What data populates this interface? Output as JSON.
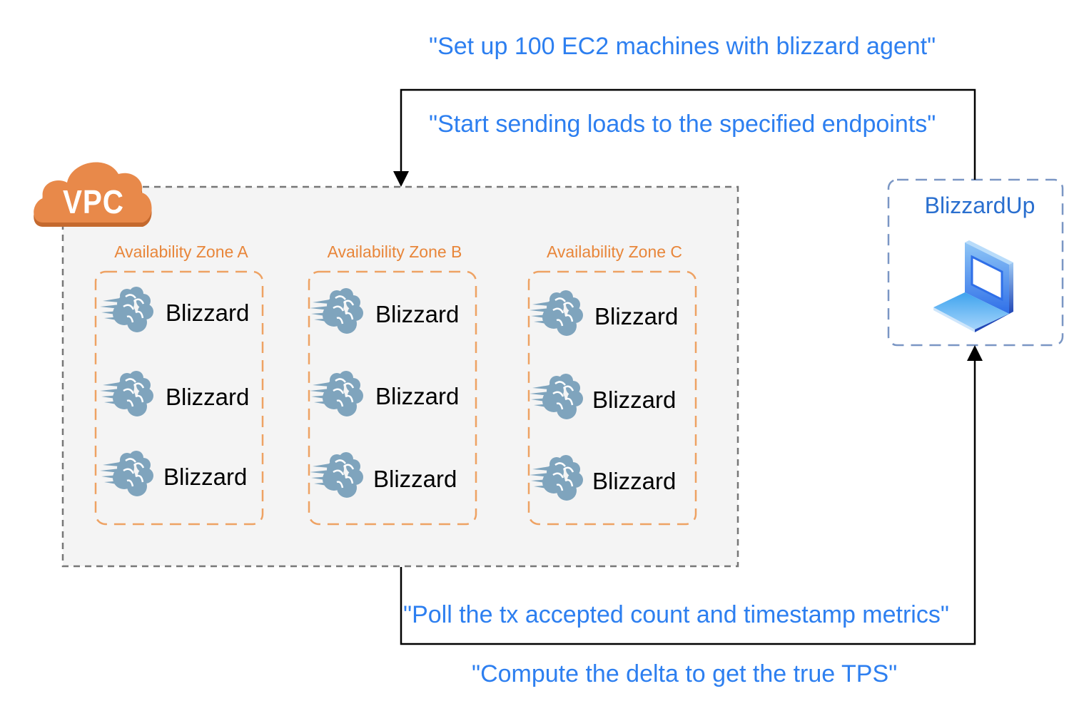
{
  "diagram": {
    "vpc": {
      "label": "VPC",
      "color": "#e8894a"
    },
    "zones": [
      {
        "title": "Availability Zone A",
        "nodes": [
          "Blizzard",
          "Blizzard",
          "Blizzard"
        ]
      },
      {
        "title": "Availability Zone B",
        "nodes": [
          "Blizzard",
          "Blizzard",
          "Blizzard"
        ]
      },
      {
        "title": "Availability Zone C",
        "nodes": [
          "Blizzard",
          "Blizzard",
          "Blizzard"
        ]
      }
    ],
    "controller": {
      "title": "BlizzardUp",
      "icon": "laptop-icon"
    },
    "annotations": {
      "setup": "\"Set up 100 EC2 machines with blizzard agent\"",
      "start": "\"Start sending loads to the specified endpoints\"",
      "poll": "\"Poll the tx accepted count and timestamp metrics\"",
      "compute": "\"Compute the delta to get the true TPS\""
    },
    "colors": {
      "annotation_text": "#2d7ff0",
      "zone_border": "#eea263",
      "zone_title": "#e8863a",
      "vpc_border": "#777777",
      "vpc_fill": "#f4f4f4",
      "controller_border": "#7a96c4",
      "controller_title": "#2a6fcf",
      "blizzard_icon": "#7fa4bd"
    }
  }
}
